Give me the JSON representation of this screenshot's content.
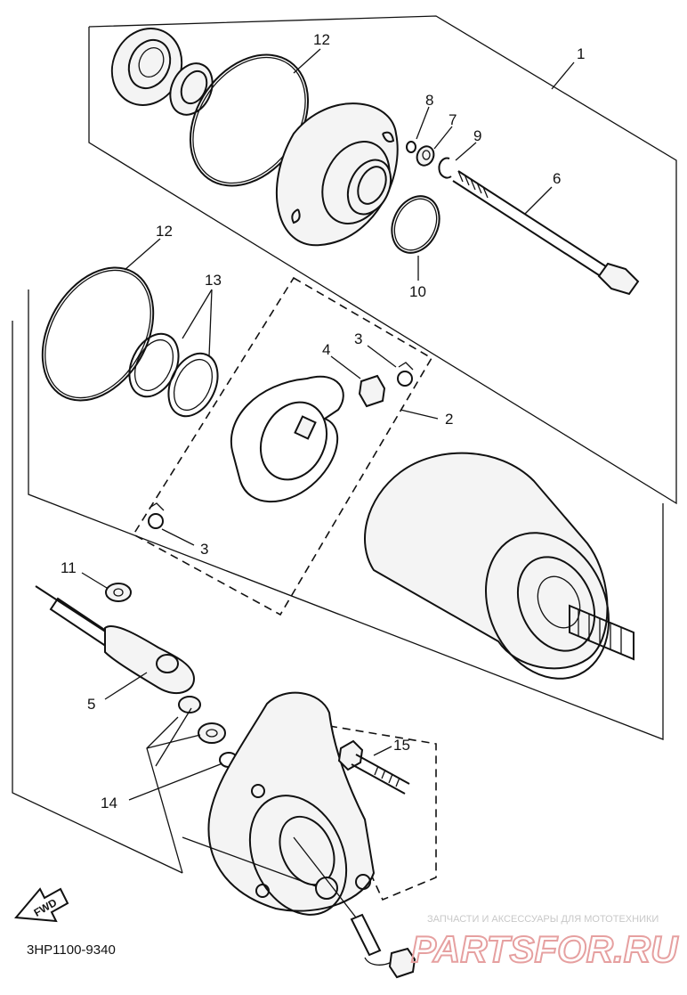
{
  "diagram": {
    "drawing_code": "3HP1100-9340",
    "fwd_label": "FWD",
    "callouts": {
      "c1": "1",
      "c2": "2",
      "c3a": "3",
      "c3b": "3",
      "c4": "4",
      "c5": "5",
      "c6": "6",
      "c7": "7",
      "c8": "8",
      "c9": "9",
      "c10": "10",
      "c11": "11",
      "c12a": "12",
      "c12b": "12",
      "c13": "13",
      "c14": "14",
      "c15": "15"
    }
  },
  "watermark": {
    "tagline": "ЗАПЧАСТИ И АКСЕССУАРЫ ДЛЯ МОТОТЕХНИКИ",
    "logo": "PARTSFOR.RU"
  }
}
